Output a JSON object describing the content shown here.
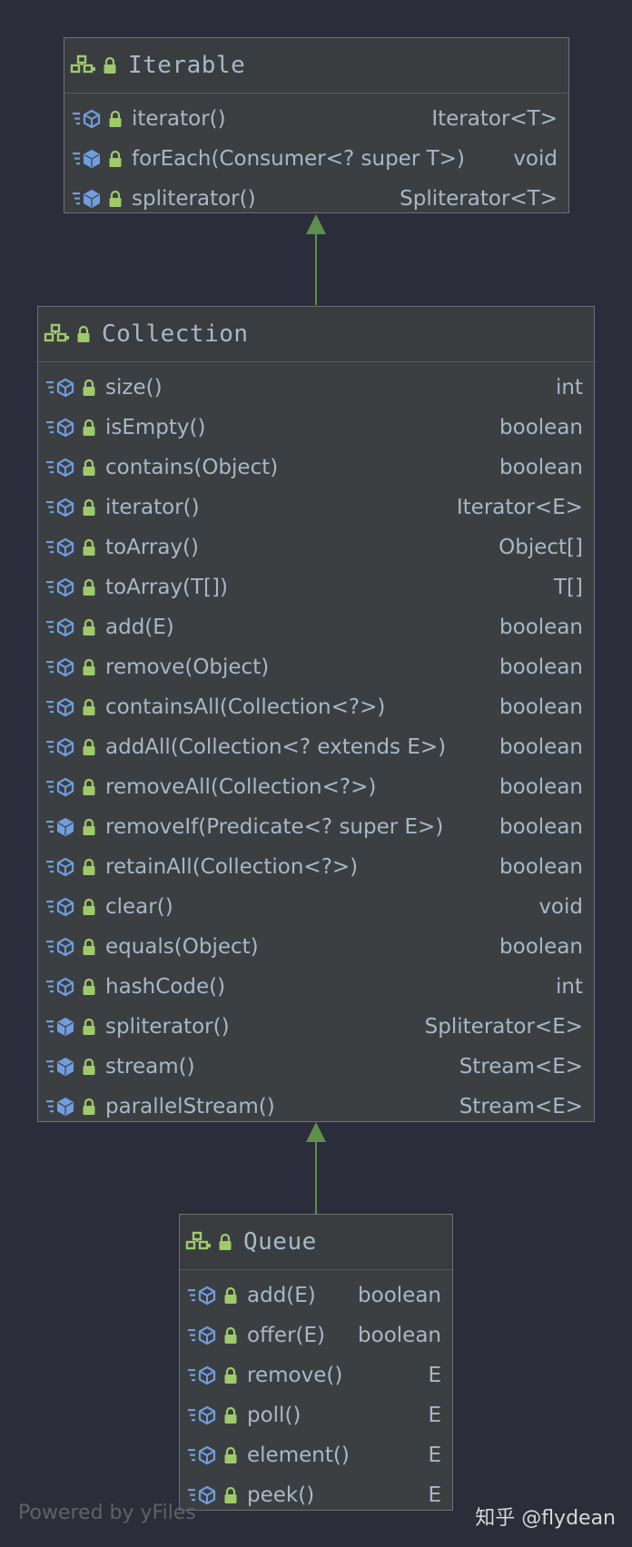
{
  "diagram": {
    "nodes": [
      {
        "title": "Iterable",
        "members": [
          {
            "name": "iterator()",
            "type": "Iterator<T>",
            "icon": "method-abstract-icon"
          },
          {
            "name": "forEach(Consumer<? super T>)",
            "type": "void",
            "icon": "method-default-icon"
          },
          {
            "name": "spliterator()",
            "type": "Spliterator<T>",
            "icon": "method-default-icon"
          }
        ]
      },
      {
        "title": "Collection",
        "members": [
          {
            "name": "size()",
            "type": "int",
            "icon": "method-abstract-icon"
          },
          {
            "name": "isEmpty()",
            "type": "boolean",
            "icon": "method-abstract-icon"
          },
          {
            "name": "contains(Object)",
            "type": "boolean",
            "icon": "method-abstract-icon"
          },
          {
            "name": "iterator()",
            "type": "Iterator<E>",
            "icon": "method-abstract-icon"
          },
          {
            "name": "toArray()",
            "type": "Object[]",
            "icon": "method-abstract-icon"
          },
          {
            "name": "toArray(T[])",
            "type": "T[]",
            "icon": "method-abstract-icon"
          },
          {
            "name": "add(E)",
            "type": "boolean",
            "icon": "method-abstract-icon"
          },
          {
            "name": "remove(Object)",
            "type": "boolean",
            "icon": "method-abstract-icon"
          },
          {
            "name": "containsAll(Collection<?>)",
            "type": "boolean",
            "icon": "method-abstract-icon"
          },
          {
            "name": "addAll(Collection<? extends E>)",
            "type": "boolean",
            "icon": "method-abstract-icon"
          },
          {
            "name": "removeAll(Collection<?>)",
            "type": "boolean",
            "icon": "method-abstract-icon"
          },
          {
            "name": "removeIf(Predicate<? super E>)",
            "type": "boolean",
            "icon": "method-default-icon"
          },
          {
            "name": "retainAll(Collection<?>)",
            "type": "boolean",
            "icon": "method-abstract-icon"
          },
          {
            "name": "clear()",
            "type": "void",
            "icon": "method-abstract-icon"
          },
          {
            "name": "equals(Object)",
            "type": "boolean",
            "icon": "method-abstract-icon"
          },
          {
            "name": "hashCode()",
            "type": "int",
            "icon": "method-abstract-icon"
          },
          {
            "name": "spliterator()",
            "type": "Spliterator<E>",
            "icon": "method-default-icon"
          },
          {
            "name": "stream()",
            "type": "Stream<E>",
            "icon": "method-default-icon"
          },
          {
            "name": "parallelStream()",
            "type": "Stream<E>",
            "icon": "method-default-icon"
          }
        ]
      },
      {
        "title": "Queue",
        "members": [
          {
            "name": "add(E)",
            "type": "boolean",
            "icon": "method-abstract-icon"
          },
          {
            "name": "offer(E)",
            "type": "boolean",
            "icon": "method-abstract-icon"
          },
          {
            "name": "remove()",
            "type": "E",
            "icon": "method-abstract-icon"
          },
          {
            "name": "poll()",
            "type": "E",
            "icon": "method-abstract-icon"
          },
          {
            "name": "element()",
            "type": "E",
            "icon": "method-abstract-icon"
          },
          {
            "name": "peek()",
            "type": "E",
            "icon": "method-abstract-icon"
          }
        ]
      }
    ],
    "edges": [
      {
        "from": "Collection",
        "to": "Iterable",
        "kind": "extends"
      },
      {
        "from": "Queue",
        "to": "Collection",
        "kind": "extends"
      }
    ]
  },
  "footer": {
    "powered_by": "Powered by yFiles",
    "watermark": "知乎 @flydean"
  },
  "colors": {
    "background": "#2b2d3b",
    "node_fill": "#3c3f41",
    "node_border": "#6e7073",
    "text": "#a9b7c6",
    "edge": "#5e8f4f",
    "interface_icon": "#9fca6b",
    "lock_icon": "#9fca6b",
    "method_icon": "#6f9de0"
  }
}
